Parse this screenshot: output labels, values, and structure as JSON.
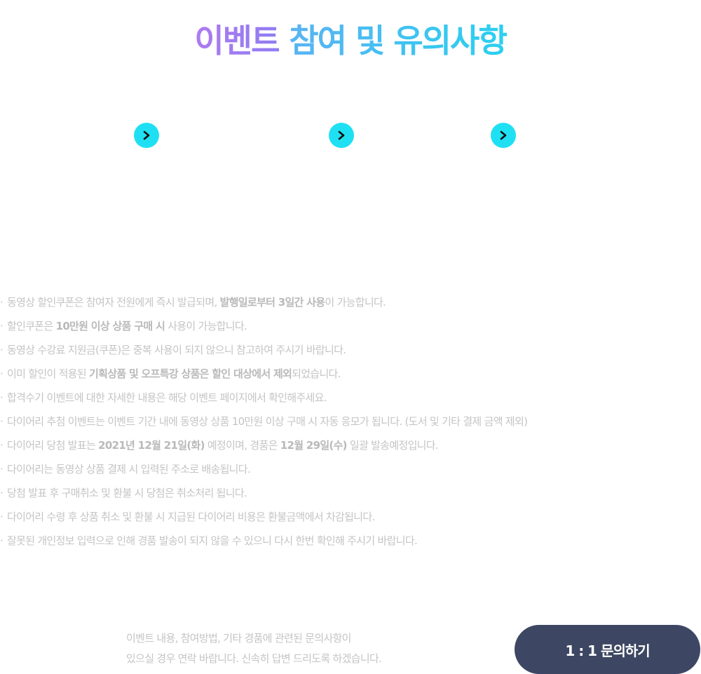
{
  "title": {
    "part1": "이벤트",
    "part2": "참여 및 유의사항"
  },
  "arrow_icon": "chevron-right-icon",
  "colors": {
    "title_gradient_start": "#b07af0",
    "title_gradient_end": "#2ad0ef",
    "arrow_button": "#1fe0f3",
    "inquiry_button": "#3d4763",
    "notice_text": "#c4c4c4"
  },
  "notices": [
    {
      "segments": [
        {
          "t": "동영상 할인쿠폰은 참여자 전원에게 즉시 발급되며, "
        },
        {
          "t": "발행일로부터 3일간 사용",
          "b": true
        },
        {
          "t": "이 가능합니다."
        }
      ]
    },
    {
      "segments": [
        {
          "t": "할인쿠폰은 "
        },
        {
          "t": "10만원 이상 상품 구매 시",
          "b": true
        },
        {
          "t": " 사용이 가능합니다."
        }
      ]
    },
    {
      "segments": [
        {
          "t": "동영상 수강료 지원금(쿠폰)은 중복 사용이 되지 않으니 참고하여 주시기 바랍니다."
        }
      ]
    },
    {
      "segments": [
        {
          "t": "이미 할인이 적용된 "
        },
        {
          "t": "기획상품 및 오프특강 상품은 할인 대상에서 제외",
          "b": true
        },
        {
          "t": "되었습니다."
        }
      ]
    },
    {
      "segments": [
        {
          "t": "합격수기 이벤트에 대한 자세한 내용은 해당 이벤트 페이지에서 확인해주세요."
        }
      ]
    },
    {
      "segments": [
        {
          "t": "다이어리 추첨 이벤트는 이벤트 기간 내에 동영상 상품 10만원 이상 구매 시 자동 응모가 됩니다. (도서 및 기타 결제 금액 제외)"
        }
      ]
    },
    {
      "segments": [
        {
          "t": "다이어리 당첨 발표는 "
        },
        {
          "t": "2021년 12월 21일(화)",
          "b": true
        },
        {
          "t": " 예정이며, 경품은 "
        },
        {
          "t": "12월 29일(수)",
          "b": true
        },
        {
          "t": " 일괄 발송예정입니다."
        }
      ]
    },
    {
      "segments": [
        {
          "t": "다이어리는 동영상 상품 결제 시 입력된 주소로 배송됩니다."
        }
      ]
    },
    {
      "segments": [
        {
          "t": "당첨 발표 후 구매취소 및 환불 시 당첨은 취소처리 됩니다."
        }
      ]
    },
    {
      "segments": [
        {
          "t": "다이어리 수령 후 상품 취소 및 환불 시 지급된 다이어리 비용은 환불금액에서 차감됩니다."
        }
      ]
    },
    {
      "segments": [
        {
          "t": "잘못된 개인정보 입력으로 인해 경품 발송이 되지 않을 수 있으니 다시 한번 확인해 주시기 바랍니다."
        }
      ]
    }
  ],
  "contact": {
    "line1": "이벤트 내용, 참여방법, 기타 경품에 관련된 문의사항이",
    "line2": "있으실 경우 연락 바랍니다. 신속히 답변 드리도록 하겠습니다."
  },
  "inquiry_button": {
    "label": "1 : 1 문의하기"
  }
}
